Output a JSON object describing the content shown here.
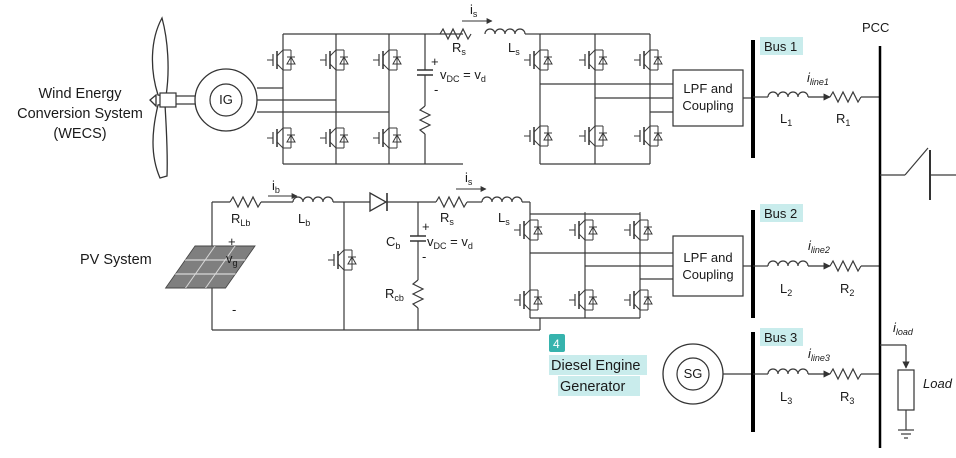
{
  "labels": {
    "pcc": "PCC",
    "bus1": "Bus 1",
    "bus2": "Bus 2",
    "bus3": "Bus 3",
    "wecs_line1": "Wind Energy",
    "wecs_line2": "Conversion System",
    "wecs_line3": "(WECS)",
    "pv_system": "PV System",
    "ig": "IG",
    "sg": "SG",
    "diesel_line1": "Diesel Engine",
    "diesel_line2": "Generator",
    "badge_number": "4",
    "lpf_line1": "LPF and",
    "lpf_line2": "Coupling",
    "load": "Load"
  },
  "symbols": {
    "Rs": {
      "main": "R",
      "sub": "s"
    },
    "Ls": {
      "main": "L",
      "sub": "s"
    },
    "is": {
      "main": "i",
      "sub": "s"
    },
    "ib": {
      "main": "i",
      "sub": "b"
    },
    "RLb": {
      "main": "R",
      "sub": "Lb"
    },
    "Lb": {
      "main": "L",
      "sub": "b"
    },
    "Cb": {
      "main": "C",
      "sub": "b"
    },
    "Rcb": {
      "main": "R",
      "sub": "cb"
    },
    "vg": {
      "main": "v",
      "sub": "g"
    },
    "vdc_v": "v",
    "vdc_sub": "DC",
    "vdc_eq": " = v",
    "vdc_d": "d",
    "L1": {
      "main": "L",
      "sub": "1"
    },
    "L2": {
      "main": "L",
      "sub": "2"
    },
    "L3": {
      "main": "L",
      "sub": "3"
    },
    "R1": {
      "main": "R",
      "sub": "1"
    },
    "R2": {
      "main": "R",
      "sub": "2"
    },
    "R3": {
      "main": "R",
      "sub": "3"
    },
    "iline1": {
      "main": "i",
      "sub": "line1"
    },
    "iline2": {
      "main": "i",
      "sub": "line2"
    },
    "iline3": {
      "main": "i",
      "sub": "line3"
    },
    "iload": {
      "main": "i",
      "sub": "load"
    },
    "plus": "+",
    "minus": "-"
  }
}
